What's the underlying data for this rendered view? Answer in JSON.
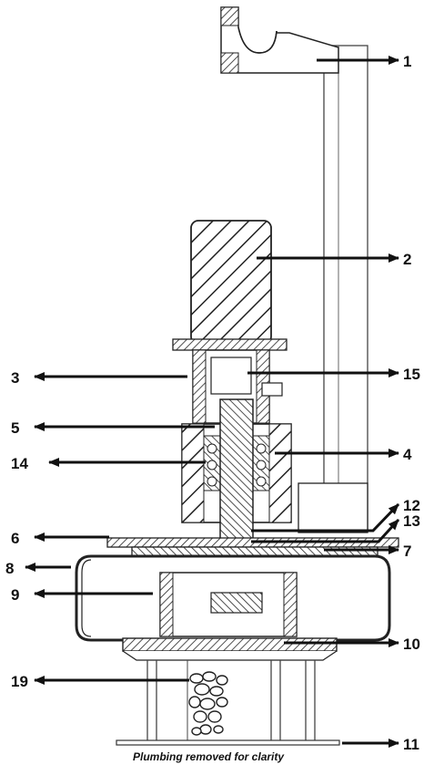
{
  "diagram": {
    "callouts": [
      {
        "id": "1",
        "text": "1"
      },
      {
        "id": "2",
        "text": "2"
      },
      {
        "id": "3",
        "text": "3"
      },
      {
        "id": "15",
        "text": "15"
      },
      {
        "id": "5",
        "text": "5"
      },
      {
        "id": "14",
        "text": "14"
      },
      {
        "id": "4",
        "text": "4"
      },
      {
        "id": "12",
        "text": "12"
      },
      {
        "id": "13",
        "text": "13"
      },
      {
        "id": "6",
        "text": "6"
      },
      {
        "id": "7",
        "text": "7"
      },
      {
        "id": "8",
        "text": "8"
      },
      {
        "id": "9",
        "text": "9"
      },
      {
        "id": "10",
        "text": "10"
      },
      {
        "id": "19",
        "text": "19"
      },
      {
        "id": "11",
        "text": "11"
      }
    ],
    "caption": "Plumbing removed for clarity"
  }
}
